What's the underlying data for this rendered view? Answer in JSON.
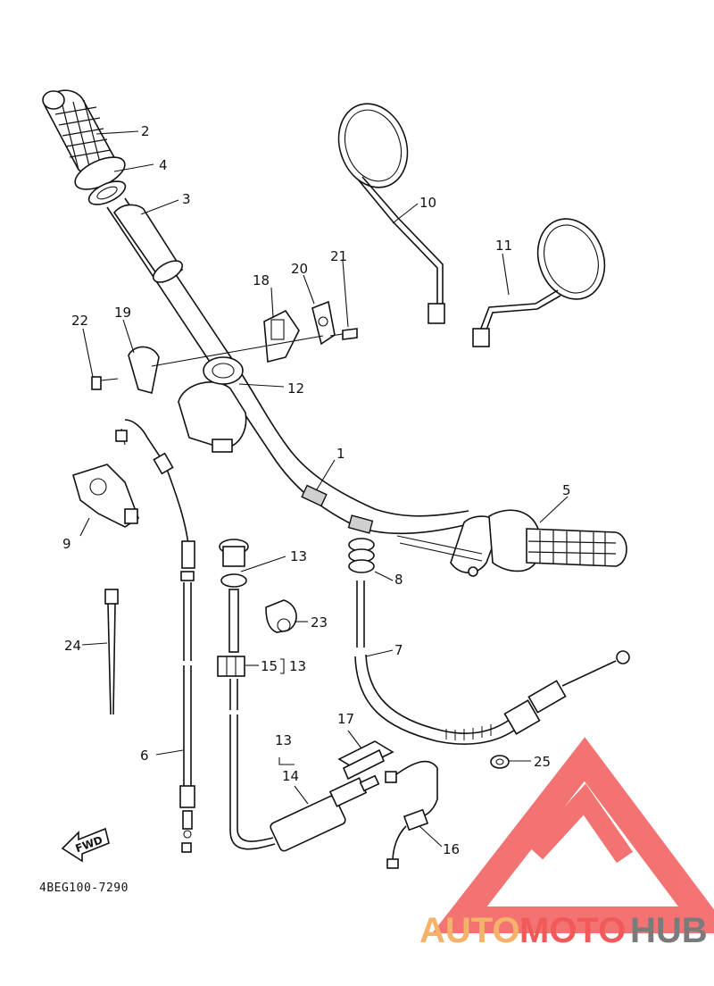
{
  "diagram": {
    "code": "4BEG100-7290",
    "fwd": "FWD",
    "labels": {
      "p1": "1",
      "p2": "2",
      "p3": "3",
      "p4": "4",
      "p5": "5",
      "p6": "6",
      "p7": "7",
      "p8": "8",
      "p9": "9",
      "p10": "10",
      "p11": "11",
      "p12": "12",
      "p13a": "13",
      "p13b": "13",
      "p13c": "13",
      "p14": "14",
      "p15": "15",
      "p16": "16",
      "p17": "17",
      "p18": "18",
      "p19": "19",
      "p20": "20",
      "p21": "21",
      "p22": "22",
      "p23": "23",
      "p24": "24",
      "p25": "25"
    }
  },
  "watermark": {
    "auto": "AUTO",
    "moto": "MOTO",
    "hub": "HUB",
    "colors": {
      "red": "#f25a5a",
      "orange": "#f5b26b",
      "grey": "#7b7b7b"
    }
  }
}
